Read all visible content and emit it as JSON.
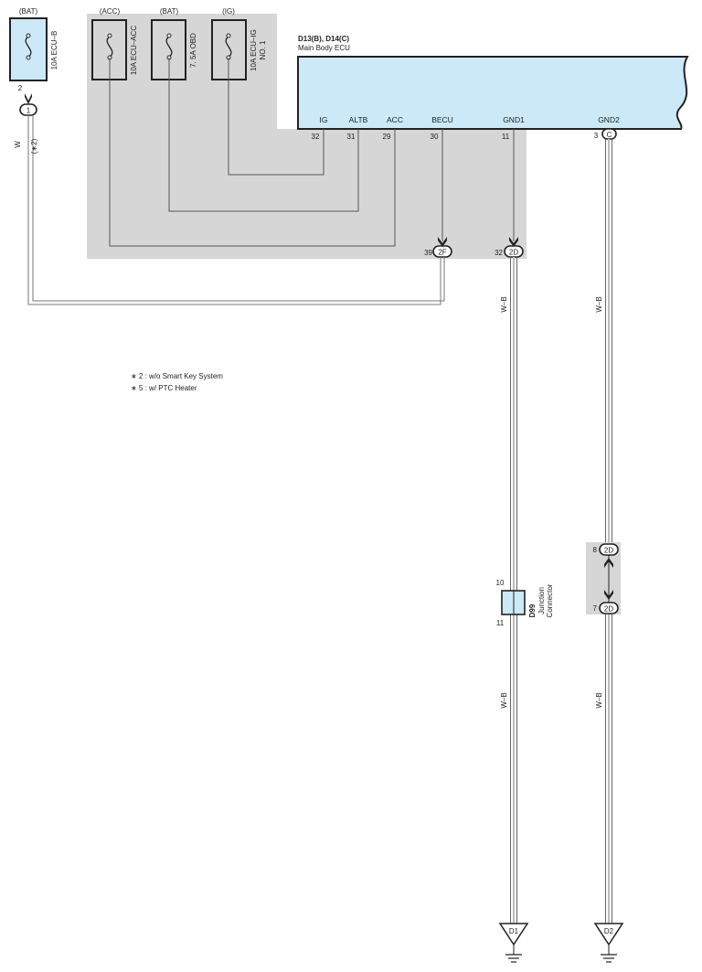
{
  "fuses": [
    {
      "source": "(BAT)",
      "name": "10A ECU–B"
    },
    {
      "source": "(ACC)",
      "name": "10A ECU–ACC"
    },
    {
      "source": "(BAT)",
      "name": "7. 5A OBD"
    },
    {
      "source": "(IG)",
      "name": "10A ECU–IG",
      "name2": "NO. 1"
    }
  ],
  "ecu": {
    "code": "D13(B), D14(C)",
    "name": "Main Body ECU",
    "pins": [
      {
        "name": "IG",
        "num": "32"
      },
      {
        "name": "ALTB",
        "num": "31"
      },
      {
        "name": "ACC",
        "num": "29"
      },
      {
        "name": "BECU",
        "num": "30"
      },
      {
        "name": "GND1",
        "num": "11"
      },
      {
        "name": "GND2",
        "num": "3"
      }
    ],
    "gnd2_connector": "C"
  },
  "connectors": {
    "fuse_pin": "2",
    "fuse_conn": "1",
    "becu_pin": "39",
    "becu_conn": "2F",
    "gnd1_pin": "32",
    "gnd1_conn": "2D",
    "j_top_pin": "8",
    "j_top_conn": "2D",
    "j_bot_pin": "7",
    "j_bot_conn": "2D"
  },
  "wires": {
    "w_left": "W",
    "w_left_note": "(∗2)",
    "wb1": "W–B",
    "wb2": "W–B",
    "wb3": "W–B",
    "wb4": "W–B"
  },
  "junction": {
    "code": "D99",
    "line1": "Junction",
    "line2": "Connector",
    "pin_top": "10",
    "pin_bottom": "11"
  },
  "grounds": {
    "g1": "D1",
    "g2": "D2"
  },
  "notes": [
    "∗ 2 : w/o Smart Key System",
    "∗ 5 : w/ PTC Heater"
  ]
}
